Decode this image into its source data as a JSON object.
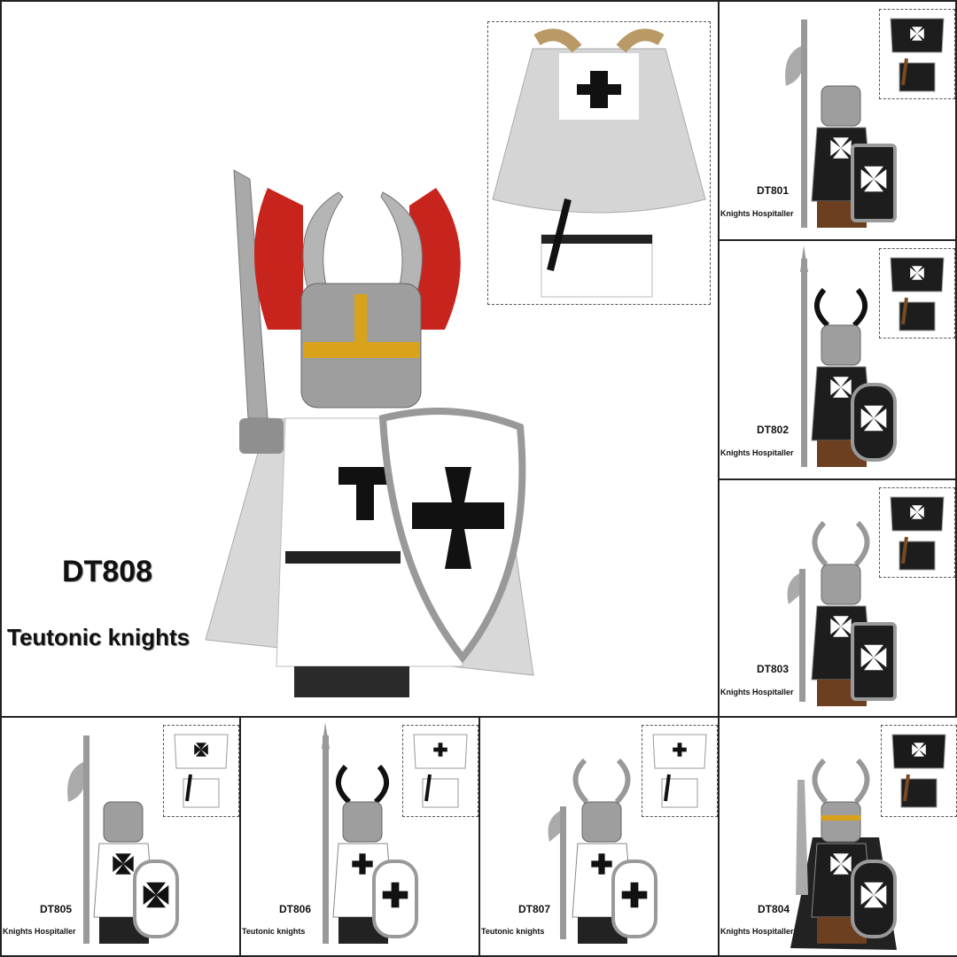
{
  "main": {
    "code": "DT808",
    "name": "Teutonic knights",
    "torso": "white",
    "cross": "teutonic",
    "plume_color": "#c8241e",
    "gold_trim": "#d9a21b"
  },
  "variants": [
    {
      "code": "DT801",
      "name": "Knights Hospitaller",
      "torso": "black",
      "cross": "maltese",
      "helmet": "plain",
      "weapon": "halberd"
    },
    {
      "code": "DT802",
      "name": "Knights Hospitaller",
      "torso": "black",
      "cross": "maltese",
      "helmet": "black-horns",
      "weapon": "spear"
    },
    {
      "code": "DT803",
      "name": "Knights Hospitaller",
      "torso": "black",
      "cross": "maltese",
      "helmet": "silver-horns",
      "weapon": "axe"
    },
    {
      "code": "DT805",
      "name": "Knights Hospitaller",
      "torso": "white",
      "cross": "maltese",
      "helmet": "plain",
      "weapon": "halberd"
    },
    {
      "code": "DT806",
      "name": "Teutonic knights",
      "torso": "white",
      "cross": "teutonic",
      "helmet": "black-horns",
      "weapon": "spear"
    },
    {
      "code": "DT807",
      "name": "Teutonic knights",
      "torso": "white",
      "cross": "teutonic",
      "helmet": "silver-horns",
      "weapon": "axe"
    },
    {
      "code": "DT804",
      "name": "Knights Hospitaller",
      "torso": "black",
      "cross": "maltese",
      "helmet": "silver-horns",
      "weapon": "sword"
    }
  ]
}
